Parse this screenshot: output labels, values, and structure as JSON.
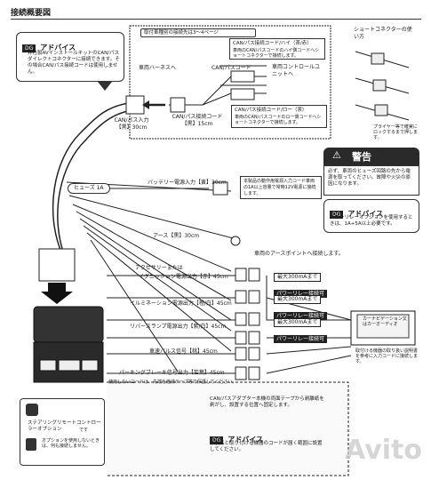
{
  "title": "接続概要図",
  "ref_note": "取付車種別の接続先は3～4ページ",
  "advice_left": {
    "heading": "アドバイス",
    "text": "弊社製AVインストールキットのCAN/パスダイレクトコネクターに接続できます。その場合CAN/パス接続コードは使用しません。"
  },
  "can_connector": {
    "label": "CAN/パス入力",
    "sub": "【黒】30cm"
  },
  "can_cord": {
    "label": "CAN/パス接続コード",
    "sub": "【黒】15cm"
  },
  "harness_label": "車両ハーネスへ",
  "can_code_label": "CAN/パスコード",
  "ecu_label": "車両コントロールユニットへ",
  "high_cord": {
    "title": "CAN/パス接続コード/ハイ（茶/赤）",
    "text": "車両のCAN/パスコードのハイ側コードへショートコネクターで接続します。"
  },
  "low_cord": {
    "title": "CAN/パス接続コード/ロー（茶）",
    "text": "車両のCAN/パスコードのロー側コードへショートコネクターで接続します。"
  },
  "short_connector": {
    "title": "ショートコネクターの使い方",
    "plier_note": "プライヤー等で確実にロックするまで押します。"
  },
  "warning": {
    "heading": "警告",
    "text": "必ず、車両のヒューズ回路の先から電源を取ってください。故障や火災の原因になります。"
  },
  "advice_right": {
    "heading": "アドバイス",
    "text": "パワーリレーオプションを使用するときは、1A+5A以上必要です。"
  },
  "fuse_label": "ヒューズ 1A",
  "battery": {
    "label": "バッテリー電源入力【黄】30cm",
    "note": "本製品の動作用電源入力コード車両の1A以上容量で常時12V電源に接続します。"
  },
  "earth": {
    "label": "アース【黒】30cm",
    "note": "車両のアースポイントへ接続します。"
  },
  "outputs": [
    {
      "label": "アクセサリー電源出力【赤】45cm",
      "prefix": "アクセサリーまたは"
    },
    {
      "label": "イグニッション電源出力【赤】45cm"
    },
    {
      "label": "イルミネーション電源出力【橙/白】45cm"
    },
    {
      "label": "リバースランプ電源出力【紫/白】45cm"
    },
    {
      "label": "車速パルス信号【桃】45cm"
    },
    {
      "label": "パーキングブレーキ信号出力【若葉】45cm"
    }
  ],
  "max_label": "最大300mAまで",
  "relay_label": "パワーリレー接続可",
  "unused_note": "使用しないコードは、先端を絶縁テープ等で保護してください。",
  "navi": {
    "label": "カーナビゲーション又はカーオーディオ",
    "note": "取付ける機器の取り扱い説明書を参考に入力コードに接続します。"
  },
  "adapter_note": "CAN/パスアダプター本機の両面テープから剥離紙を剥がし、設置する位置へ固定します。",
  "advice_bottom": {
    "heading": "アドバイス",
    "text": "本製品と取り付ける機器のコードが届く範囲に設置してください。"
  },
  "steering": {
    "title": "ステアリングリモートコントローラーオプション",
    "sub": "です",
    "note": "オプションを使用しないときは、何も接続しません。"
  },
  "watermark": "Avito"
}
